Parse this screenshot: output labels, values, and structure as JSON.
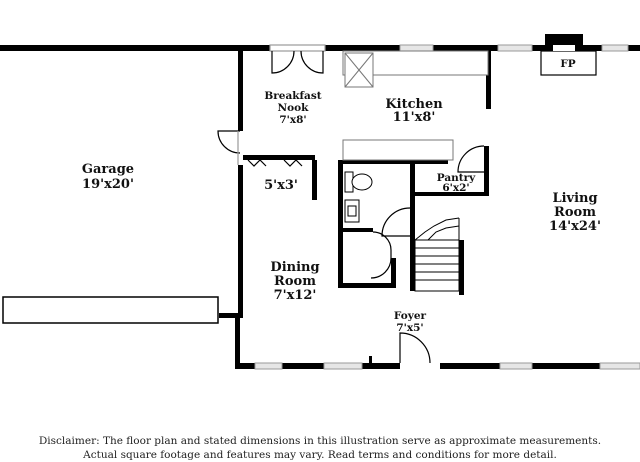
{
  "rooms": [
    {
      "id": "garage",
      "name_lines": [
        "Garage"
      ],
      "dims": "19'x20'"
    },
    {
      "id": "breakfast-nook",
      "name_lines": [
        "Breakfast",
        "Nook"
      ],
      "dims": "7'x8'"
    },
    {
      "id": "kitchen",
      "name_lines": [
        "Kitchen"
      ],
      "dims": "11'x8'"
    },
    {
      "id": "closet",
      "name_lines": [],
      "dims": "5'x3'"
    },
    {
      "id": "pantry",
      "name_lines": [
        "Pantry"
      ],
      "dims": "6'x2'"
    },
    {
      "id": "living-room",
      "name_lines": [
        "Living",
        "Room"
      ],
      "dims": "14'x24'"
    },
    {
      "id": "dining-room",
      "name_lines": [
        "Dining",
        "Room"
      ],
      "dims": "7'x12'"
    },
    {
      "id": "foyer",
      "name_lines": [
        "Foyer"
      ],
      "dims": "7'x5'"
    }
  ],
  "fireplace": {
    "label": "FP"
  },
  "disclaimer": {
    "line1": "Disclaimer: The floor plan and stated dimensions in this illustration serve as approximate measurements.",
    "line2": "Actual square footage and features may vary. Read terms and conditions for more detail."
  },
  "colors": {
    "wall": "#000000",
    "background": "#ffffff",
    "window": "#d8d8d8"
  }
}
